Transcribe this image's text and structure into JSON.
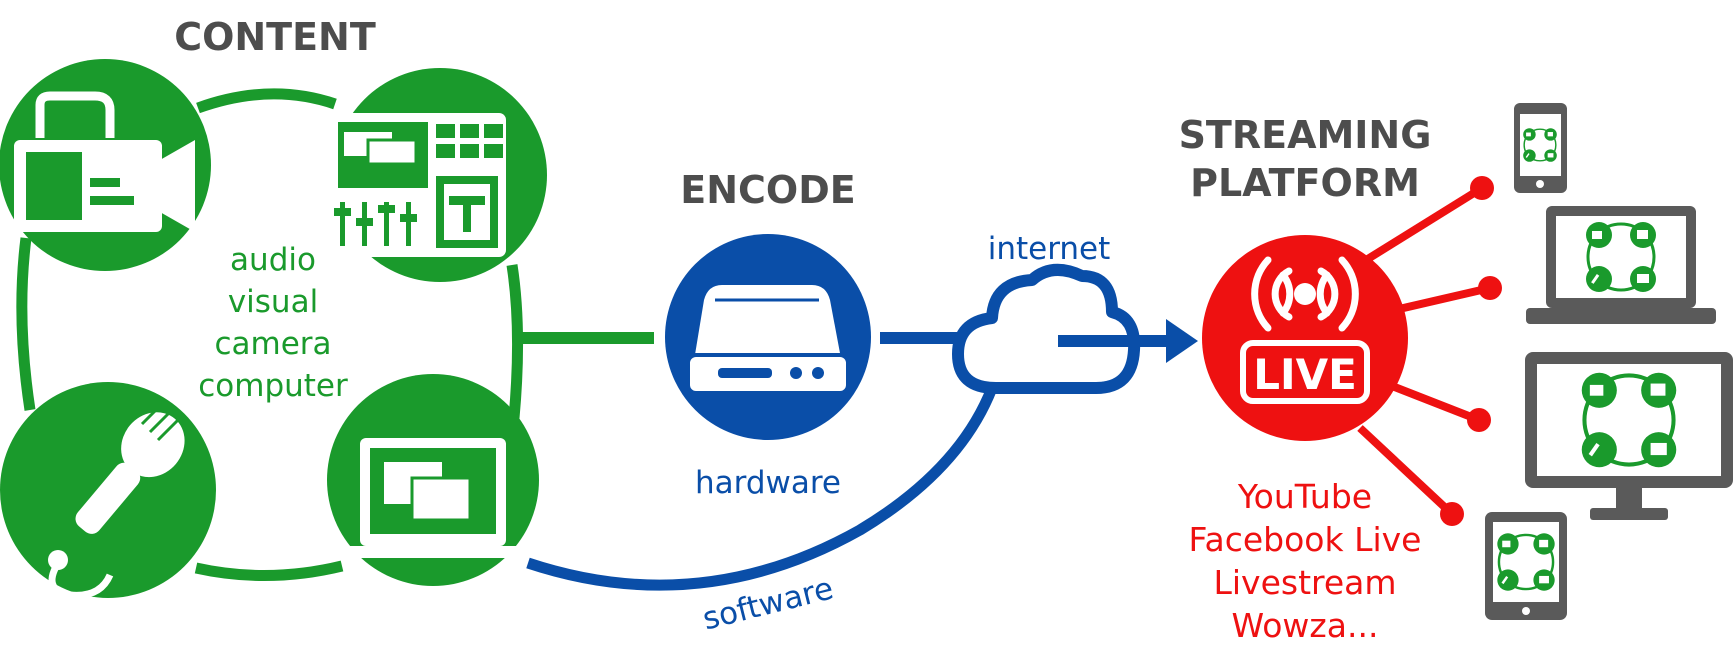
{
  "headings": {
    "content": "CONTENT",
    "encode": "ENCODE",
    "streaming_line1": "STREAMING",
    "streaming_line2": "PLATFORM"
  },
  "content_labels": [
    "audio",
    "visual",
    "camera",
    "computer"
  ],
  "encode_labels": {
    "hardware": "hardware",
    "software": "software",
    "internet": "internet"
  },
  "live_badge": "LIVE",
  "platforms": [
    "YouTube",
    "Facebook Live",
    "Livestream",
    "Wowza..."
  ],
  "icons": {
    "content": [
      "video-camera-icon",
      "mixer-panel-icon",
      "microphone-icon",
      "laptop-icon"
    ],
    "encode": [
      "encoder-device-icon",
      "cloud-icon"
    ],
    "devices": [
      "phone-icon",
      "laptop-icon",
      "monitor-icon",
      "tablet-icon"
    ]
  },
  "colors": {
    "content_green": "#1a9a2c",
    "encode_blue": "#0a4ea8",
    "live_red": "#ee1111",
    "heading_gray": "#4d4d4d",
    "device_gray": "#5a5a5a"
  }
}
